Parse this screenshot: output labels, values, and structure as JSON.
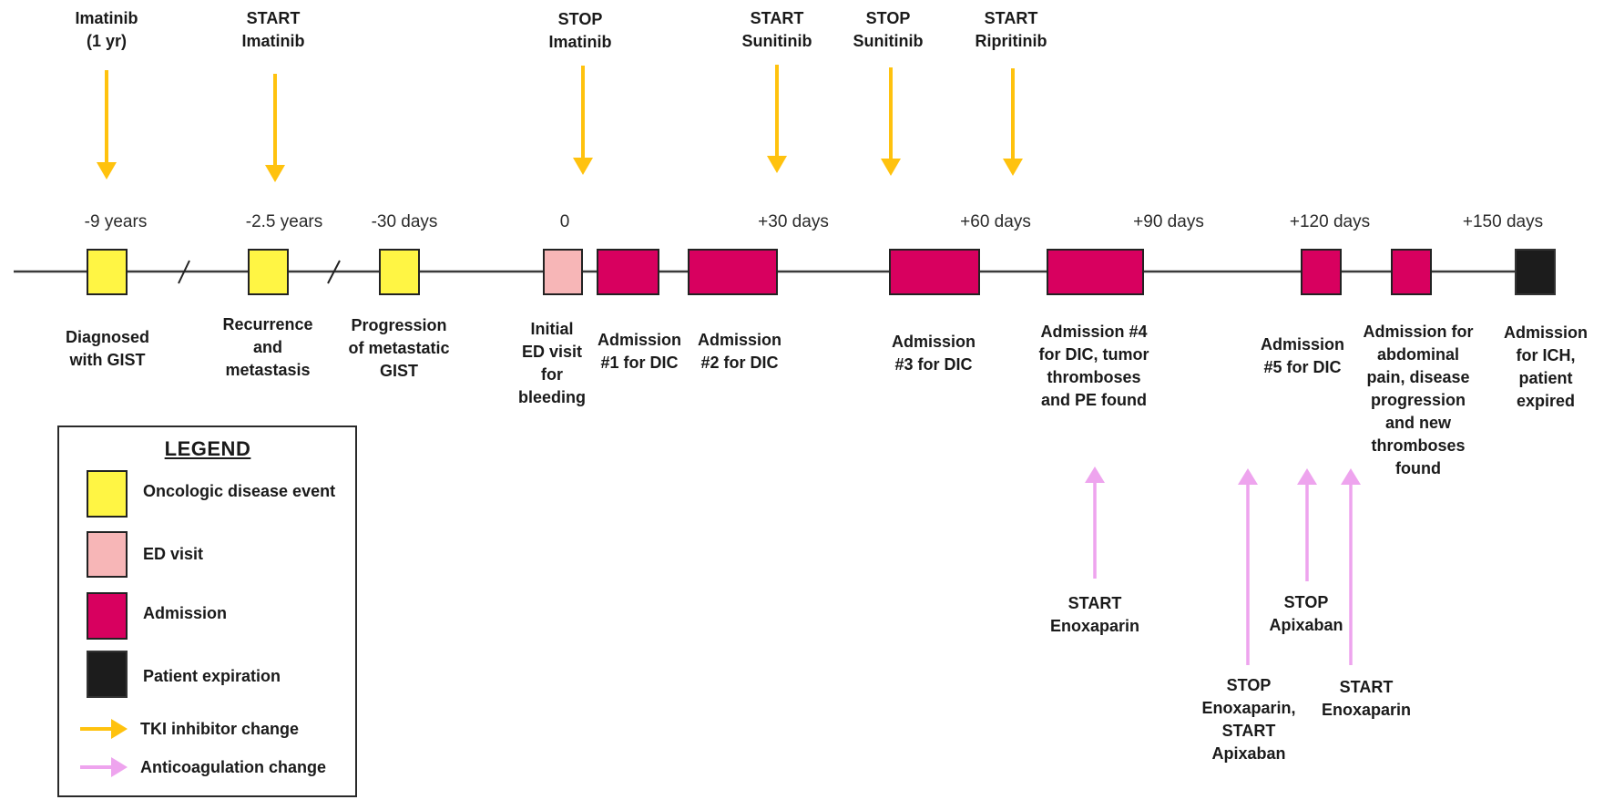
{
  "colors": {
    "oncologic": "#FFF544",
    "ed_visit": "#F7B6B7",
    "admission": "#D8005F",
    "expiration": "#1C1C1C",
    "tki_arrow": "#FFC20E",
    "anticoag_arrow": "#EEA4EE",
    "axis": "#3A3A3A"
  },
  "tki_changes": [
    {
      "lines": [
        "Imatinib",
        "(1 yr)"
      ]
    },
    {
      "lines": [
        "START",
        "Imatinib"
      ]
    },
    {
      "lines": [
        "STOP",
        "Imatinib"
      ]
    },
    {
      "lines": [
        "START",
        "Sunitinib"
      ]
    },
    {
      "lines": [
        "STOP",
        "Sunitinib"
      ]
    },
    {
      "lines": [
        "START",
        "Ripritinib"
      ]
    }
  ],
  "time_ticks": [
    "-9 years",
    "-2.5 years",
    "-30 days",
    "0",
    "+30 days",
    "+60 days",
    "+90 days",
    "+120 days",
    "+150 days"
  ],
  "events": [
    {
      "type": "oncologic",
      "lines": [
        "Diagnosed",
        "with GIST"
      ]
    },
    {
      "type": "oncologic",
      "lines": [
        "Recurrence",
        "and",
        "metastasis"
      ]
    },
    {
      "type": "oncologic",
      "lines": [
        "Progression",
        "of metastatic",
        "GIST"
      ]
    },
    {
      "type": "ed_visit",
      "lines": [
        "Initial",
        "ED visit",
        "for",
        "bleeding"
      ]
    },
    {
      "type": "admission",
      "lines": [
        "Admission",
        "#1 for DIC"
      ]
    },
    {
      "type": "admission",
      "lines": [
        "Admission",
        "#2 for DIC"
      ]
    },
    {
      "type": "admission",
      "lines": [
        "Admission",
        "#3 for DIC"
      ]
    },
    {
      "type": "admission",
      "lines": [
        "Admission #4",
        "for DIC, tumor",
        "thromboses",
        "and PE found"
      ]
    },
    {
      "type": "admission",
      "lines": [
        "Admission",
        "#5 for DIC"
      ]
    },
    {
      "type": "admission",
      "lines": [
        "Admission for",
        "abdominal",
        "pain, disease",
        "progression",
        "and new",
        "thromboses",
        "found"
      ]
    },
    {
      "type": "expiration",
      "lines": [
        "Admission",
        "for ICH,",
        "patient",
        "expired"
      ]
    }
  ],
  "anticoagulation_changes": [
    {
      "lines": [
        "START",
        "Enoxaparin"
      ]
    },
    {
      "lines": [
        "STOP",
        "Enoxaparin,",
        "START",
        "Apixaban"
      ]
    },
    {
      "lines": [
        "STOP",
        "Apixaban"
      ]
    },
    {
      "lines": [
        "START",
        "Enoxaparin"
      ]
    }
  ],
  "legend": {
    "title": "LEGEND",
    "items": [
      {
        "kind": "box",
        "label": "Oncologic disease event"
      },
      {
        "kind": "box",
        "label": "ED visit"
      },
      {
        "kind": "box",
        "label": "Admission"
      },
      {
        "kind": "box",
        "label": "Patient expiration"
      },
      {
        "kind": "arrow",
        "label": "TKI inhibitor change"
      },
      {
        "kind": "arrow",
        "label": "Anticoagulation change"
      }
    ]
  }
}
